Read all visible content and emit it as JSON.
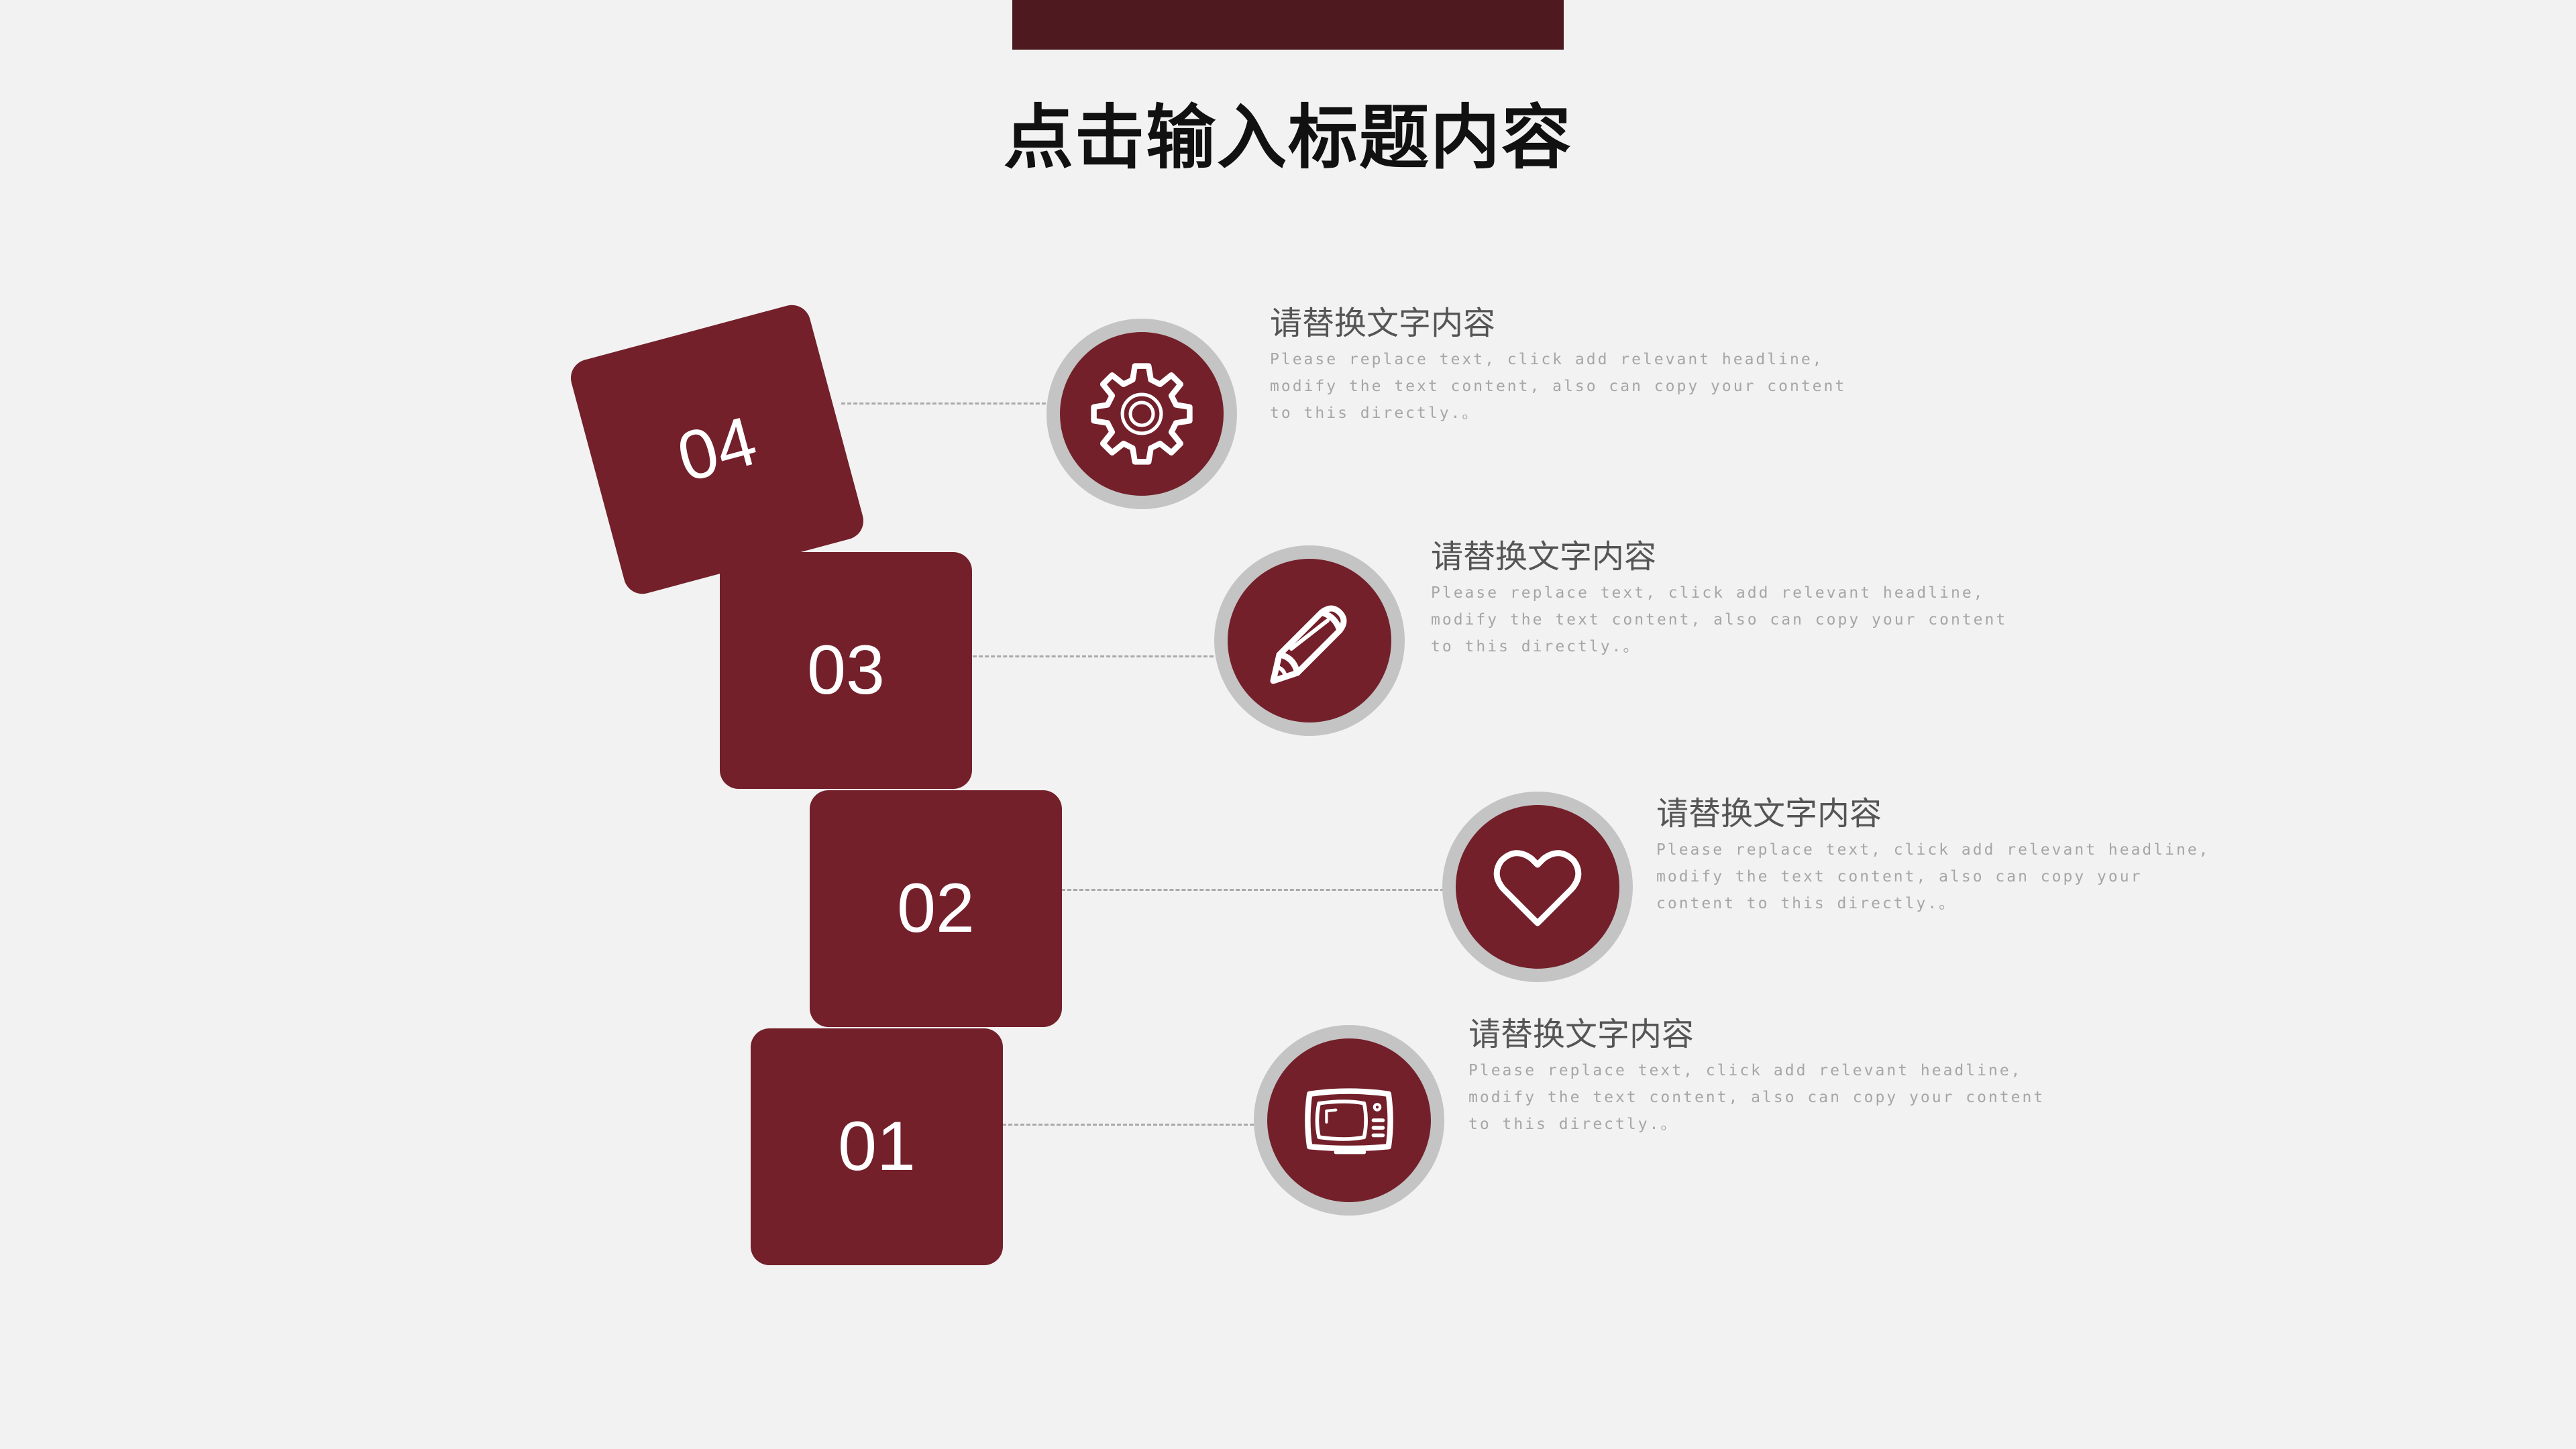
{
  "slide": {
    "title": "点击输入标题内容",
    "colors": {
      "accent": "#73202a",
      "top_bar": "#4e1a1f",
      "ring": "#c4c4c4",
      "background": "#f2f2f2",
      "heading": "#555555",
      "body": "#a6a6a6"
    }
  },
  "steps": [
    {
      "number": "04",
      "icon": "gear-icon",
      "heading": "请替换文字内容",
      "body": "Please replace text, click add relevant headline, modify the text content, also can copy your content to this directly.。"
    },
    {
      "number": "03",
      "icon": "pencil-icon",
      "heading": "请替换文字内容",
      "body": "Please replace text, click add relevant headline, modify the text content, also can copy your content to this directly.。"
    },
    {
      "number": "02",
      "icon": "heart-icon",
      "heading": "请替换文字内容",
      "body": "Please replace text, click add relevant headline, modify the text content, also can copy your content to this directly.。"
    },
    {
      "number": "01",
      "icon": "tv-icon",
      "heading": "请替换文字内容",
      "body": "Please replace text, click add relevant headline, modify the text content, also can copy your content to this directly.。"
    }
  ]
}
